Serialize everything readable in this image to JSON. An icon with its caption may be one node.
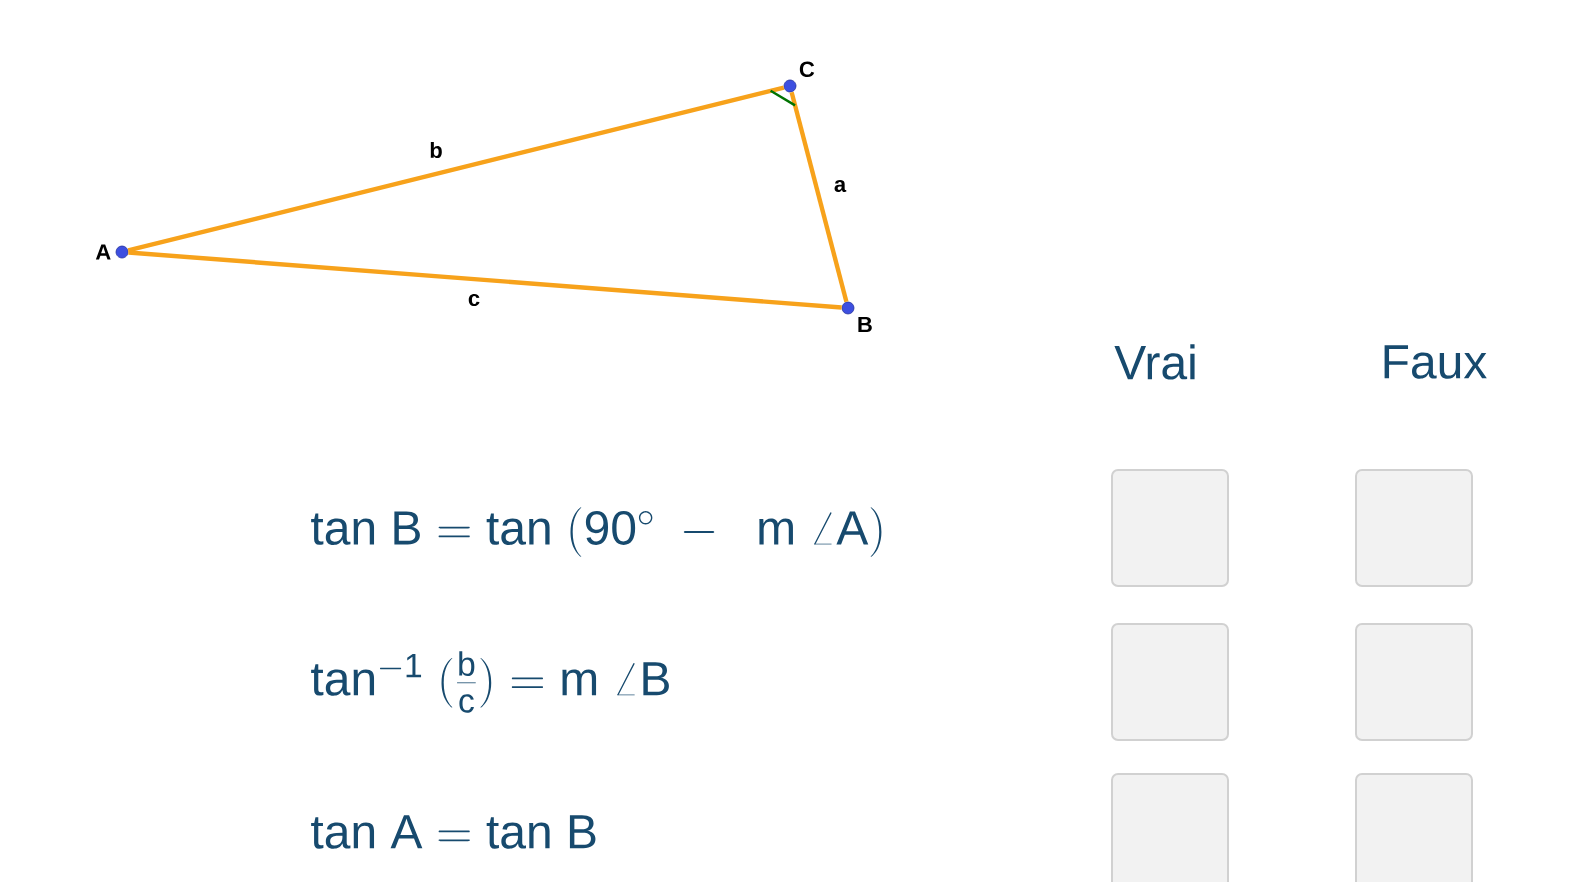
{
  "diagram": {
    "nodes": [
      {
        "text": [],
        "shape": "circle",
        "beside": [
          "A"
        ]
      },
      {
        "text": [],
        "shape": "circle",
        "beside": [
          "B"
        ]
      },
      {
        "text": [],
        "shape": "circle",
        "beside": [
          "C"
        ]
      },
      {
        "text": [],
        "shape": "box"
      },
      {
        "text": [],
        "shape": "box"
      },
      {
        "text": [],
        "shape": "box"
      },
      {
        "text": [],
        "shape": "box"
      },
      {
        "text": [],
        "shape": "box"
      },
      {
        "text": [],
        "shape": "box"
      }
    ],
    "edges": [
      {
        "from": 0,
        "to": 2,
        "arrow": "none",
        "label": "b"
      },
      {
        "from": 2,
        "to": 1,
        "arrow": "none",
        "label": "a"
      },
      {
        "from": 0,
        "to": 1,
        "arrow": "none",
        "label": "c"
      }
    ],
    "labels": [
      "Vrai",
      "Faux",
      "\\mathsf{tan\\ B = tan\\ (90^{\\circ}\\ -\\ \\ m\\ \\angle A)}",
      "\\mathsf{tan^{-1}\\ (\\frac{b}{c}) = m\\ \\angle B}",
      "\\mathsf{tan\\ A = tan\\ B}"
    ]
  }
}
